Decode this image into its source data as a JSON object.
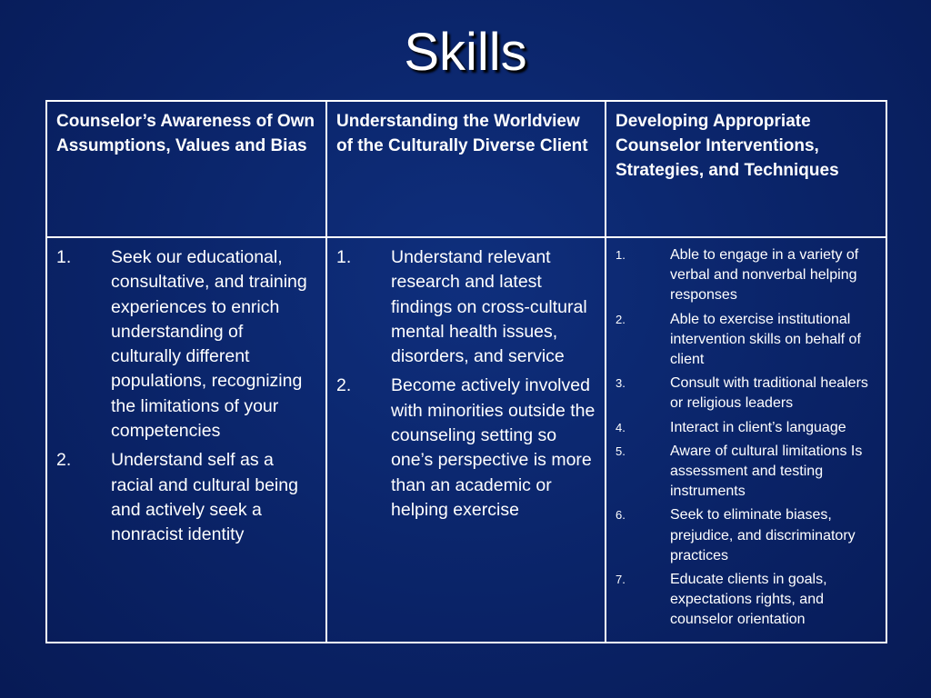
{
  "title": "Skills",
  "columns": [
    {
      "header": "Counselor’s Awareness of Own Assumptions, Values and Bias",
      "items": [
        {
          "num": "1.",
          "text": "Seek our educational, consultative, and training experiences to enrich understanding of culturally different populations, recognizing the limitations of your competencies"
        },
        {
          "num": "2.",
          "text": "Understand self as a racial and cultural being and actively seek a nonracist identity"
        }
      ]
    },
    {
      "header": "Understanding the Worldview of the Culturally Diverse Client",
      "items": [
        {
          "num": "1.",
          "text": "Understand relevant research and latest findings on cross-cultural mental health issues, disorders, and service"
        },
        {
          "num": "2.",
          "text": "Become actively involved with minorities outside the counseling setting so one’s perspective is more than an academic or helping exercise"
        }
      ]
    },
    {
      "header": "Developing Appropriate Counselor Interventions, Strategies, and Techniques",
      "items": [
        {
          "num": "1.",
          "text": "Able to engage in a variety of verbal and nonverbal helping responses"
        },
        {
          "num": "2.",
          "text": "Able to exercise institutional intervention skills on behalf of client"
        },
        {
          "num": "3.",
          "text": "Consult with traditional healers or religious leaders"
        },
        {
          "num": "4.",
          "text": "Interact in client’s language"
        },
        {
          "num": "5.",
          "text": "Aware of cultural limitations Is assessment and testing instruments"
        },
        {
          "num": "6.",
          "text": "Seek to eliminate biases, prejudice, and discriminatory practices"
        },
        {
          "num": "7.",
          "text": "Educate clients in goals, expectations rights, and counselor orientation"
        }
      ]
    }
  ]
}
